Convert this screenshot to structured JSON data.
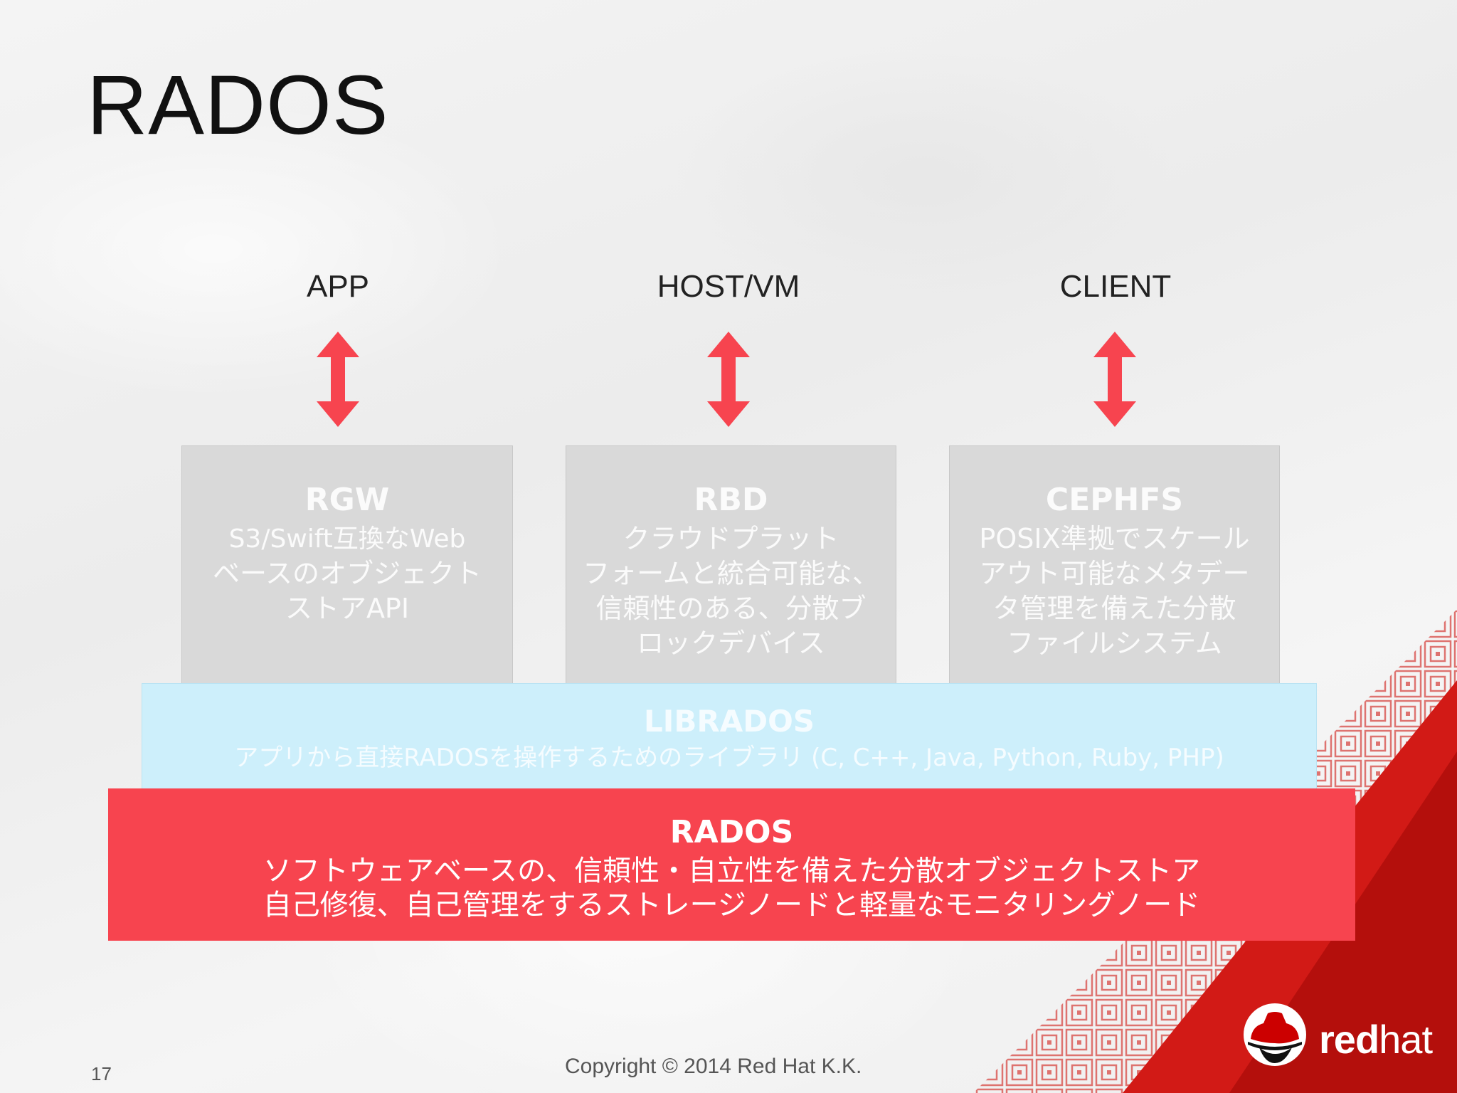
{
  "slide": {
    "title": "RADOS",
    "page_number": "17",
    "copyright": "Copyright © 2014 Red Hat K.K."
  },
  "top_labels": [
    "APP",
    "HOST/VM",
    "CLIENT"
  ],
  "components": [
    {
      "title": "RGW",
      "lines": [
        "S3/Swift互換なWeb",
        "ベースのオブジェクト",
        "ストアAPI"
      ]
    },
    {
      "title": "RBD",
      "lines": [
        "クラウドプラット",
        "フォームと統合可能な、",
        "信頼性のある、分散ブ",
        "ロックデバイス"
      ]
    },
    {
      "title": "CEPHFS",
      "lines": [
        "POSIX準拠でスケール",
        "アウト可能なメタデー",
        "タ管理を備えた分散",
        "ファイルシステム"
      ]
    }
  ],
  "librados": {
    "title": "LIBRADOS",
    "desc": "アプリから直接RADOSを操作するためのライブラリ (C, C++, Java, Python, Ruby, PHP)"
  },
  "rados": {
    "title": "RADOS",
    "lines": [
      "ソフトウェアベースの、信頼性・自立性を備えた分散オブジェクトストア",
      "自己修復、自己管理をするストレージノードと軽量なモニタリングノード"
    ]
  },
  "logo": {
    "bold": "red",
    "light": "hat"
  },
  "colors": {
    "arrow": "#f7444f",
    "rados_bar": "#f7444f",
    "librados_bar": "#cdeffb",
    "component_box": "#d9d9d9",
    "corner_red": "#cc1010"
  }
}
